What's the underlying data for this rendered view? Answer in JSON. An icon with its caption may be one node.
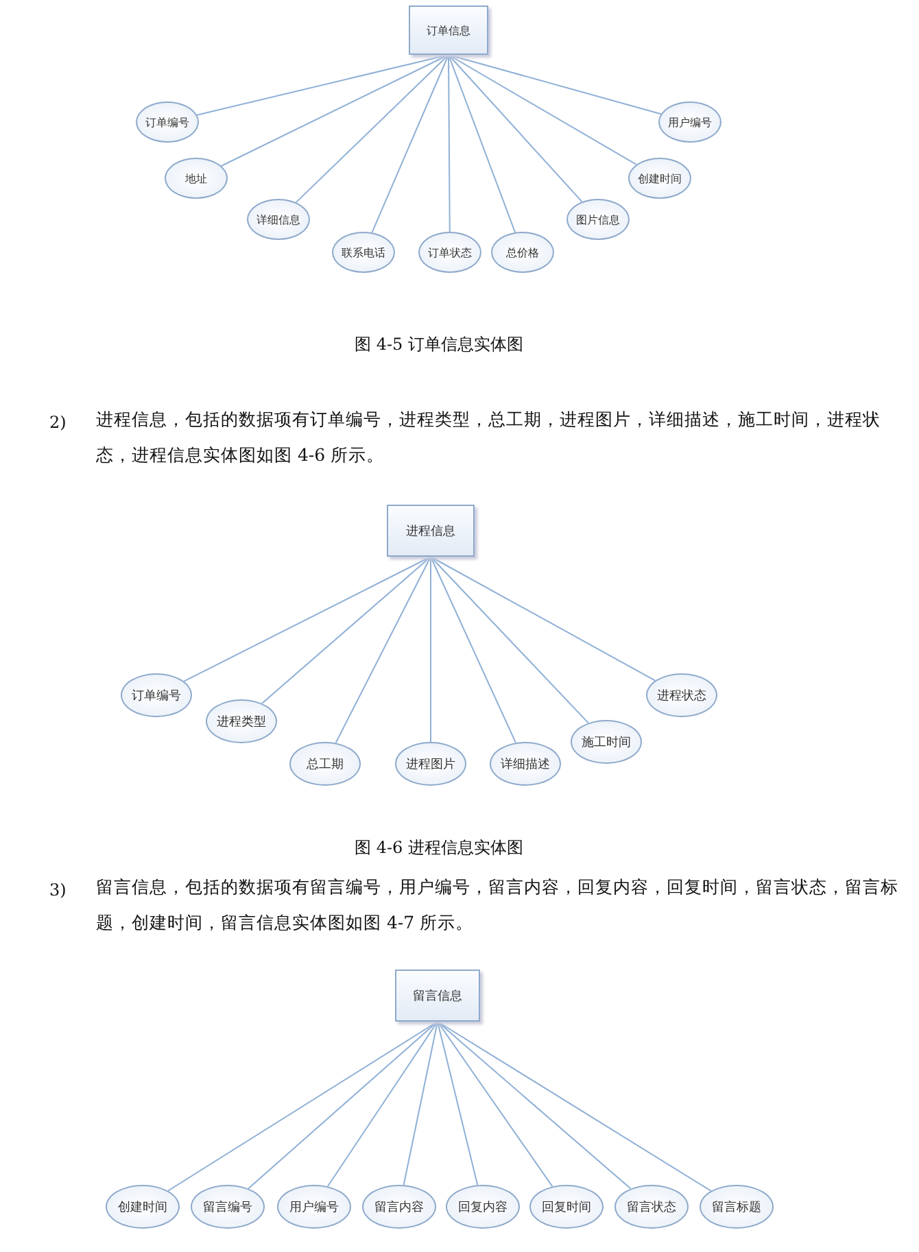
{
  "diagram": {
    "nodes": [
      {
        "text": [
          "订单信息"
        ]
      },
      {
        "text": [
          "订单编号"
        ]
      },
      {
        "text": [
          "地址"
        ]
      },
      {
        "text": [
          "详细信息"
        ]
      },
      {
        "text": [
          "联系电话"
        ]
      },
      {
        "text": [
          "订单状态"
        ]
      },
      {
        "text": [
          "总价格"
        ]
      },
      {
        "text": [
          "图片信息"
        ]
      },
      {
        "text": [
          "创建时间"
        ]
      },
      {
        "text": [
          "用户编号"
        ]
      },
      {
        "text": [
          "进程信息"
        ]
      },
      {
        "text": [
          "订单编号"
        ]
      },
      {
        "text": [
          "进程类型"
        ]
      },
      {
        "text": [
          "总工期"
        ]
      },
      {
        "text": [
          "进程图片"
        ]
      },
      {
        "text": [
          "详细描述"
        ]
      },
      {
        "text": [
          "施工时间"
        ]
      },
      {
        "text": [
          "进程状态"
        ]
      },
      {
        "text": [
          "留言信息"
        ]
      },
      {
        "text": [
          "创建时间"
        ]
      },
      {
        "text": [
          "留言编号"
        ]
      },
      {
        "text": [
          "用户编号"
        ]
      },
      {
        "text": [
          "留言内容"
        ]
      },
      {
        "text": [
          "回复内容"
        ]
      },
      {
        "text": [
          "回复时间"
        ]
      },
      {
        "text": [
          "留言状态"
        ]
      },
      {
        "text": [
          "留言标题"
        ]
      }
    ],
    "edges": [
      {
        "from": 0,
        "to": 1,
        "arrow": "none"
      },
      {
        "from": 0,
        "to": 2,
        "arrow": "none"
      },
      {
        "from": 0,
        "to": 3,
        "arrow": "none"
      },
      {
        "from": 0,
        "to": 4,
        "arrow": "none"
      },
      {
        "from": 0,
        "to": 5,
        "arrow": "none"
      },
      {
        "from": 0,
        "to": 6,
        "arrow": "none"
      },
      {
        "from": 0,
        "to": 7,
        "arrow": "none"
      },
      {
        "from": 0,
        "to": 8,
        "arrow": "none"
      },
      {
        "from": 0,
        "to": 9,
        "arrow": "none"
      },
      {
        "from": 10,
        "to": 11,
        "arrow": "none"
      },
      {
        "from": 10,
        "to": 12,
        "arrow": "none"
      },
      {
        "from": 10,
        "to": 13,
        "arrow": "none"
      },
      {
        "from": 10,
        "to": 14,
        "arrow": "none"
      },
      {
        "from": 10,
        "to": 15,
        "arrow": "none"
      },
      {
        "from": 10,
        "to": 16,
        "arrow": "none"
      },
      {
        "from": 10,
        "to": 17,
        "arrow": "none"
      },
      {
        "from": 18,
        "to": 19,
        "arrow": "none"
      },
      {
        "from": 18,
        "to": 20,
        "arrow": "none"
      },
      {
        "from": 18,
        "to": 21,
        "arrow": "none"
      },
      {
        "from": 18,
        "to": 22,
        "arrow": "none"
      },
      {
        "from": 18,
        "to": 23,
        "arrow": "none"
      },
      {
        "from": 18,
        "to": 24,
        "arrow": "none"
      },
      {
        "from": 18,
        "to": 25,
        "arrow": "none"
      },
      {
        "from": 18,
        "to": 26,
        "arrow": "none"
      }
    ],
    "labels": [
      "图 4-5 订单信息实体图",
      "2)",
      "进程信息，包括的数据项有订单编号，进程类型，总工期，进程图片，详细描述，施工时间，进程状态，进程信息实体图如图 4-6 所示。",
      "图 4-6 进程信息实体图",
      "3)",
      "留言信息，包括的数据项有留言编号，用户编号，留言内容，回复内容，回复时间，留言状态，留言标题，创建时间，留言信息实体图如图 4-7 所示。"
    ]
  }
}
